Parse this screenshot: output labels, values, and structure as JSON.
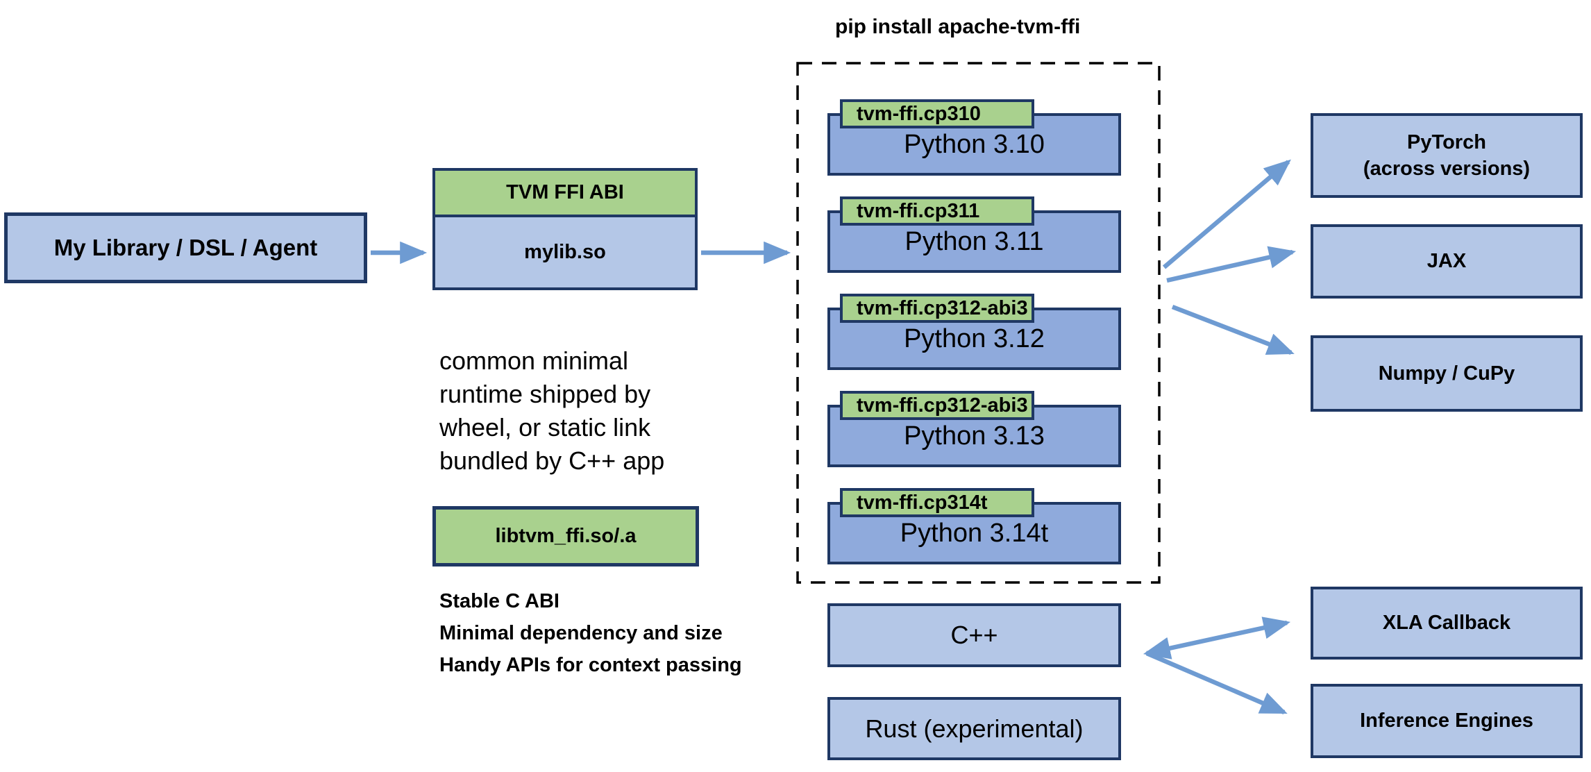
{
  "title": "pip install apache-tvm-ffi",
  "colors": {
    "box_fill_light": "#B4C7E7",
    "box_fill_medium": "#8FAADC",
    "box_fill_green": "#A9D18E",
    "box_border": "#1F3864",
    "arrow": "#6E9BD2",
    "dashed_border": "#000000"
  },
  "library_box": {
    "label": "My Library / DSL / Agent"
  },
  "ffi_box": {
    "header": "TVM FFI ABI",
    "body": "mylib.so"
  },
  "runtime_note": {
    "line1": "common minimal",
    "line2": "runtime shipped by",
    "line3": "wheel, or static link",
    "line4": "bundled by C++ app"
  },
  "libtvm_box": {
    "label": "libtvm_ffi.so/.a"
  },
  "libtvm_features": {
    "line1": "Stable C ABI",
    "line2": "Minimal dependency and size",
    "line3": "Handy APIs for context passing"
  },
  "pip_group": {
    "items": [
      {
        "tag": "tvm-ffi.cp310",
        "label": "Python 3.10"
      },
      {
        "tag": "tvm-ffi.cp311",
        "label": "Python 3.11"
      },
      {
        "tag": "tvm-ffi.cp312-abi3",
        "label": "Python 3.12"
      },
      {
        "tag": "tvm-ffi.cp312-abi3",
        "label": "Python 3.13"
      },
      {
        "tag": "tvm-ffi.cp314t",
        "label": "Python 3.14t"
      }
    ]
  },
  "language_boxes": {
    "cpp": "C++",
    "rust": "Rust (experimental)"
  },
  "target_boxes": {
    "pytorch_line1": "PyTorch",
    "pytorch_line2": "(across versions)",
    "jax": "JAX",
    "numpy": "Numpy / CuPy",
    "xla": "XLA Callback",
    "inference": "Inference Engines"
  }
}
